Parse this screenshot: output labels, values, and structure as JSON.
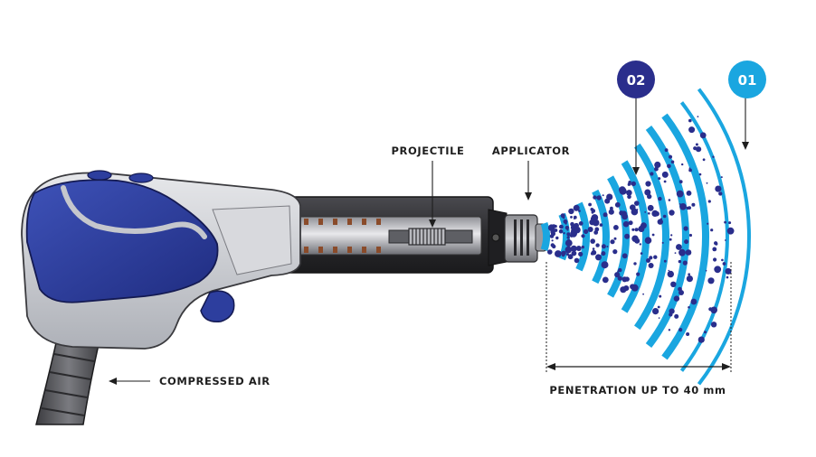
{
  "labels": {
    "projectile": "PROJECTILE",
    "applicator": "APPLICATOR",
    "compressed_air": "COMPRESSED AIR",
    "penetration": "PENETRATION UP TO 40 mm"
  },
  "badges": [
    {
      "id": "02",
      "text": "02",
      "color": "#2a2e8c"
    },
    {
      "id": "01",
      "text": "01",
      "color": "#1aa6e0"
    }
  ],
  "colors": {
    "handle_blue": "#2d3e9e",
    "handle_blue_dark": "#1d2a78",
    "handle_grey": "#c9ccd3",
    "barrel_dark": "#2b2b2e",
    "wave_cyan": "#1aa6e0",
    "particle_navy": "#2a2e8c"
  }
}
